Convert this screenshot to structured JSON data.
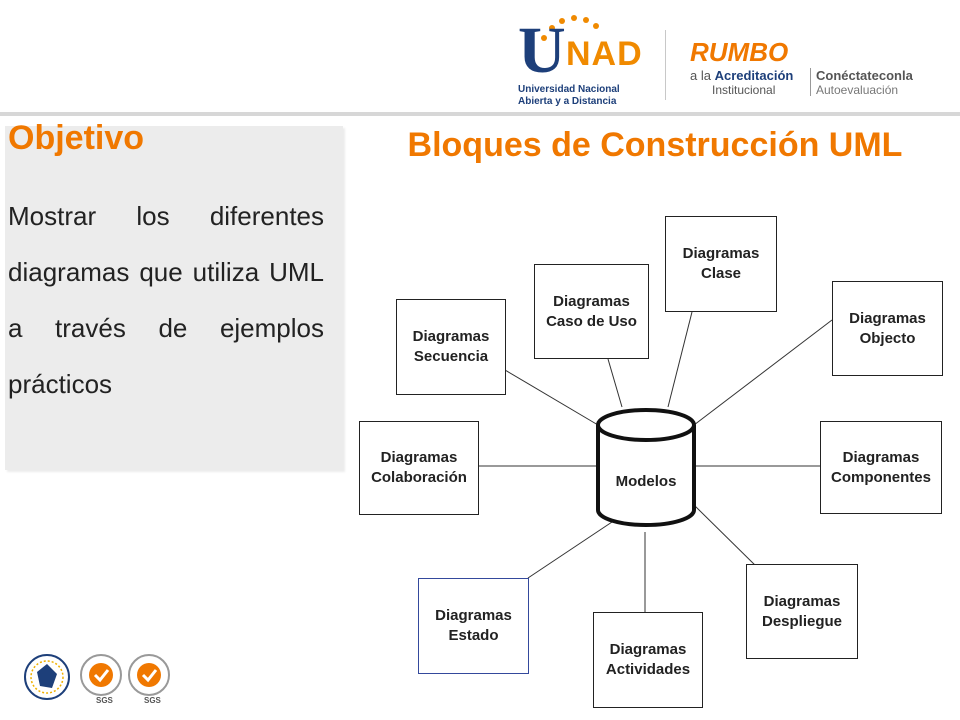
{
  "header": {
    "unad_logo": {
      "u": "U",
      "nad": "NAD",
      "line1": "Universidad Nacional",
      "line2": "Abierta y a Distancia"
    },
    "rumbo_logo": {
      "title": "RUMBO",
      "line1_pre": "a la ",
      "line1_bold": "Acreditación",
      "line2": "Institucional",
      "conect_line1": "Conéctateconla",
      "conect_line2": "Autoevaluación"
    }
  },
  "objective": {
    "title": "Objetivo",
    "body": "Mostrar los diferentes diagramas que utiliza UML a través de ejemplos prácticos"
  },
  "slide_title": "Bloques de Construcción UML",
  "diagram": {
    "center_label": "Modelos",
    "nodes": [
      {
        "id": "clase",
        "label": "Diagramas\nClase"
      },
      {
        "id": "caso-uso",
        "label": "Diagramas\nCaso de Uso"
      },
      {
        "id": "secuencia",
        "label": "Diagramas\nSecuencia"
      },
      {
        "id": "objecto",
        "label": "Diagramas\nObjecto"
      },
      {
        "id": "colaboracion",
        "label": "Diagramas\nColaboración"
      },
      {
        "id": "componentes",
        "label": "Diagramas\nComponentes"
      },
      {
        "id": "despliegue",
        "label": "Diagramas\nDespliegue"
      },
      {
        "id": "estado",
        "label": "Diagramas\nEstado"
      },
      {
        "id": "actividades",
        "label": "Diagramas\nActividades"
      }
    ]
  },
  "footer": {
    "sgs_label_1": "SGS",
    "sgs_label_2": "SGS"
  },
  "colors": {
    "accent": "#f07800",
    "unad_blue": "#1d3f7a",
    "panel": "#ececec"
  }
}
